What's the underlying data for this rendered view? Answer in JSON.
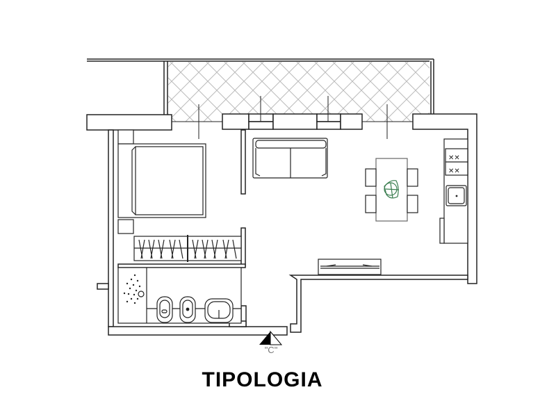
{
  "drawing": {
    "title": "TIPOLOGIA",
    "view_marker_label": "\"C\"",
    "colors": {
      "wall_stroke": "#222222",
      "terrace_hatch": "#bbbbbb",
      "plant": "#3a7d4f",
      "background": "#ffffff"
    },
    "rooms": [
      {
        "name": "terrace",
        "pattern": "diagonal-crosshatch"
      },
      {
        "name": "bedroom",
        "furniture": [
          "double-bed",
          "nightstand-top",
          "nightstand-bottom",
          "wardrobe"
        ]
      },
      {
        "name": "living-area",
        "furniture": [
          "sofa"
        ]
      },
      {
        "name": "dining-kitchen",
        "furniture": [
          "dining-table",
          "chairs-4",
          "plant",
          "cooktop-4-burner",
          "sink",
          "oven",
          "sideboard"
        ]
      },
      {
        "name": "bathroom",
        "furniture": [
          "shower",
          "toilet",
          "bidet",
          "washbasin"
        ]
      }
    ]
  }
}
